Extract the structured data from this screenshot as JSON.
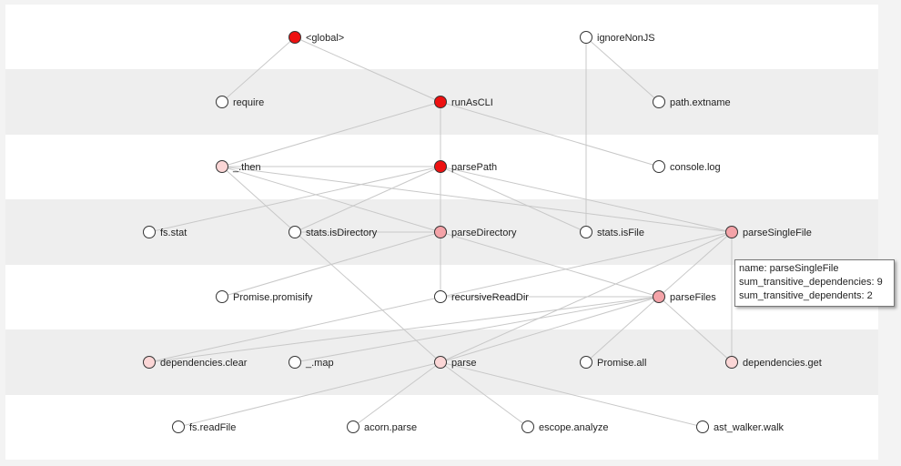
{
  "colors": {
    "fill_root": "#ee1111",
    "fill_medium": "#f4a3a8",
    "fill_light": "#fbd6d6",
    "fill_none": "#ffffff",
    "edge": "#c8c8c8",
    "band_white": "#ffffff",
    "band_grey": "#eeeeee"
  },
  "nodes": [
    {
      "id": "global",
      "label": "<global>",
      "level": 0,
      "col": 1,
      "fill": "root"
    },
    {
      "id": "ignoreNonJS",
      "label": "ignoreNonJS",
      "level": 0,
      "col": 5,
      "fill": "none"
    },
    {
      "id": "require",
      "label": "require",
      "level": 1,
      "col": 0,
      "fill": "none"
    },
    {
      "id": "runAsCLI",
      "label": "runAsCLI",
      "level": 1,
      "col": 3,
      "fill": "root"
    },
    {
      "id": "path_extname",
      "label": "path.extname",
      "level": 1,
      "col": 6,
      "fill": "none"
    },
    {
      "id": "then",
      "label": "_.then",
      "level": 2,
      "col": 0,
      "fill": "light"
    },
    {
      "id": "parsePath",
      "label": "parsePath",
      "level": 2,
      "col": 3,
      "fill": "root"
    },
    {
      "id": "console_log",
      "label": "console.log",
      "level": 2,
      "col": 6,
      "fill": "none"
    },
    {
      "id": "fs_stat",
      "label": "fs.stat",
      "level": 3,
      "col": 0,
      "fill": "none"
    },
    {
      "id": "stats_isDirectory",
      "label": "stats.isDirectory",
      "level": 3,
      "col": 2,
      "fill": "none"
    },
    {
      "id": "parseDirectory",
      "label": "parseDirectory",
      "level": 3,
      "col": 3,
      "fill": "medium"
    },
    {
      "id": "stats_isFile",
      "label": "stats.isFile",
      "level": 3,
      "col": 5,
      "fill": "none"
    },
    {
      "id": "parseSingleFile",
      "label": "parseSingleFile",
      "level": 3,
      "col": 7,
      "fill": "medium"
    },
    {
      "id": "promise_promisify",
      "label": "Promise.promisify",
      "level": 4,
      "col": 0,
      "fill": "none"
    },
    {
      "id": "recursiveReadDir",
      "label": "recursiveReadDir",
      "level": 4,
      "col": 3,
      "fill": "none"
    },
    {
      "id": "parseFiles",
      "label": "parseFiles",
      "level": 4,
      "col": 6,
      "fill": "medium"
    },
    {
      "id": "dependencies_clear",
      "label": "dependencies.clear",
      "level": 5,
      "col": 0,
      "fill": "light"
    },
    {
      "id": "map",
      "label": "_.map",
      "level": 5,
      "col": 2,
      "fill": "none"
    },
    {
      "id": "parse",
      "label": "parse",
      "level": 5,
      "col": 3,
      "fill": "light"
    },
    {
      "id": "promise_all",
      "label": "Promise.all",
      "level": 5,
      "col": 5,
      "fill": "none"
    },
    {
      "id": "dependencies_get",
      "label": "dependencies.get",
      "level": 5,
      "col": 7,
      "fill": "light"
    },
    {
      "id": "fs_readFile",
      "label": "fs.readFile",
      "level": 6,
      "col": 1,
      "fill": "none"
    },
    {
      "id": "acorn_parse",
      "label": "acorn.parse",
      "level": 6,
      "col": 2,
      "fill": "none"
    },
    {
      "id": "escope_analyze",
      "label": "escope.analyze",
      "level": 6,
      "col": 4,
      "fill": "none"
    },
    {
      "id": "ast_walker_walk",
      "label": "ast_walker.walk",
      "level": 6,
      "col": 6,
      "fill": "none"
    }
  ],
  "edges": [
    [
      "global",
      "require"
    ],
    [
      "global",
      "runAsCLI"
    ],
    [
      "ignoreNonJS",
      "path_extname"
    ],
    [
      "ignoreNonJS",
      "stats_isFile"
    ],
    [
      "runAsCLI",
      "then"
    ],
    [
      "runAsCLI",
      "parsePath"
    ],
    [
      "runAsCLI",
      "console_log"
    ],
    [
      "then",
      "parsePath"
    ],
    [
      "then",
      "parseDirectory"
    ],
    [
      "then",
      "parseSingleFile"
    ],
    [
      "then",
      "parse"
    ],
    [
      "parsePath",
      "fs_stat"
    ],
    [
      "parsePath",
      "stats_isDirectory"
    ],
    [
      "parsePath",
      "parseDirectory"
    ],
    [
      "parsePath",
      "stats_isFile"
    ],
    [
      "parsePath",
      "parseSingleFile"
    ],
    [
      "parseDirectory",
      "promise_promisify"
    ],
    [
      "parseDirectory",
      "recursiveReadDir"
    ],
    [
      "parseDirectory",
      "parseFiles"
    ],
    [
      "stats_isDirectory",
      "parseDirectory"
    ],
    [
      "parseSingleFile",
      "parseFiles"
    ],
    [
      "parseSingleFile",
      "dependencies_get"
    ],
    [
      "parseSingleFile",
      "parse"
    ],
    [
      "parseSingleFile",
      "dependencies_clear"
    ],
    [
      "parseFiles",
      "recursiveReadDir"
    ],
    [
      "parseFiles",
      "dependencies_clear"
    ],
    [
      "parseFiles",
      "map"
    ],
    [
      "parseFiles",
      "parse"
    ],
    [
      "parseFiles",
      "promise_all"
    ],
    [
      "parseFiles",
      "dependencies_get"
    ],
    [
      "parse",
      "fs_readFile"
    ],
    [
      "parse",
      "acorn_parse"
    ],
    [
      "parse",
      "escope_analyze"
    ],
    [
      "parse",
      "ast_walker_walk"
    ]
  ],
  "tooltip": {
    "name_line": "name: parseSingleFile",
    "deps_line": "sum_transitive_dependencies: 9",
    "dependents_line": "sum_transitive_dependents: 2"
  }
}
